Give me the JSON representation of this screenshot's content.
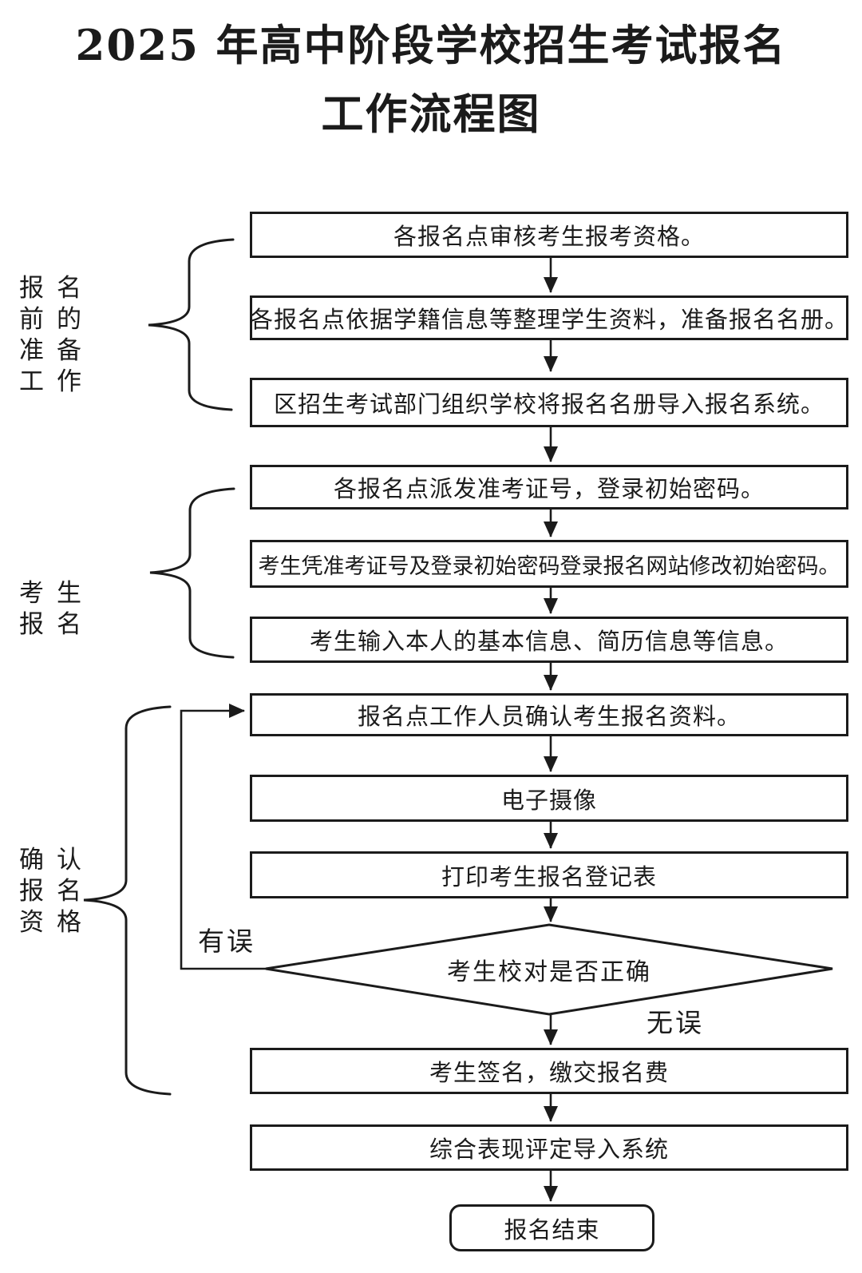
{
  "title": {
    "line1": "2025 年高中阶段学校招生考试报名",
    "line2": "工作流程图"
  },
  "sections": [
    {
      "label": "报名前的准备工作",
      "lines": [
        "报名",
        "前的",
        "准备",
        "工作"
      ]
    },
    {
      "label": "考生报名",
      "lines": [
        "考生",
        "报名"
      ]
    },
    {
      "label": "确认报名资格",
      "lines": [
        "确认",
        "报名",
        "资格"
      ]
    }
  ],
  "nodes": [
    {
      "text": "各报名点审核考生报考资格。"
    },
    {
      "text": "各报名点依据学籍信息等整理学生资料，准备报名名册。"
    },
    {
      "text": "区招生考试部门组织学校将报名名册导入报名系统。"
    },
    {
      "text": "各报名点派发准考证号，登录初始密码。"
    },
    {
      "text": "考生凭准考证号及登录初始密码登录报名网站修改初始密码。"
    },
    {
      "text": "考生输入本人的基本信息、简历信息等信息。"
    },
    {
      "text": "报名点工作人员确认考生报名资料。"
    },
    {
      "text": "电子摄像"
    },
    {
      "text": "打印考生报名登记表"
    },
    {
      "text": "考生签名，缴交报名费"
    },
    {
      "text": "综合表现评定导入系统"
    }
  ],
  "decision": {
    "text": "考生校对是否正确",
    "error_label": "有误",
    "ok_label": "无误"
  },
  "end_node": {
    "text": "报名结束"
  },
  "colors": {
    "ink": "#1b1b1b",
    "background": "#ffffff"
  }
}
